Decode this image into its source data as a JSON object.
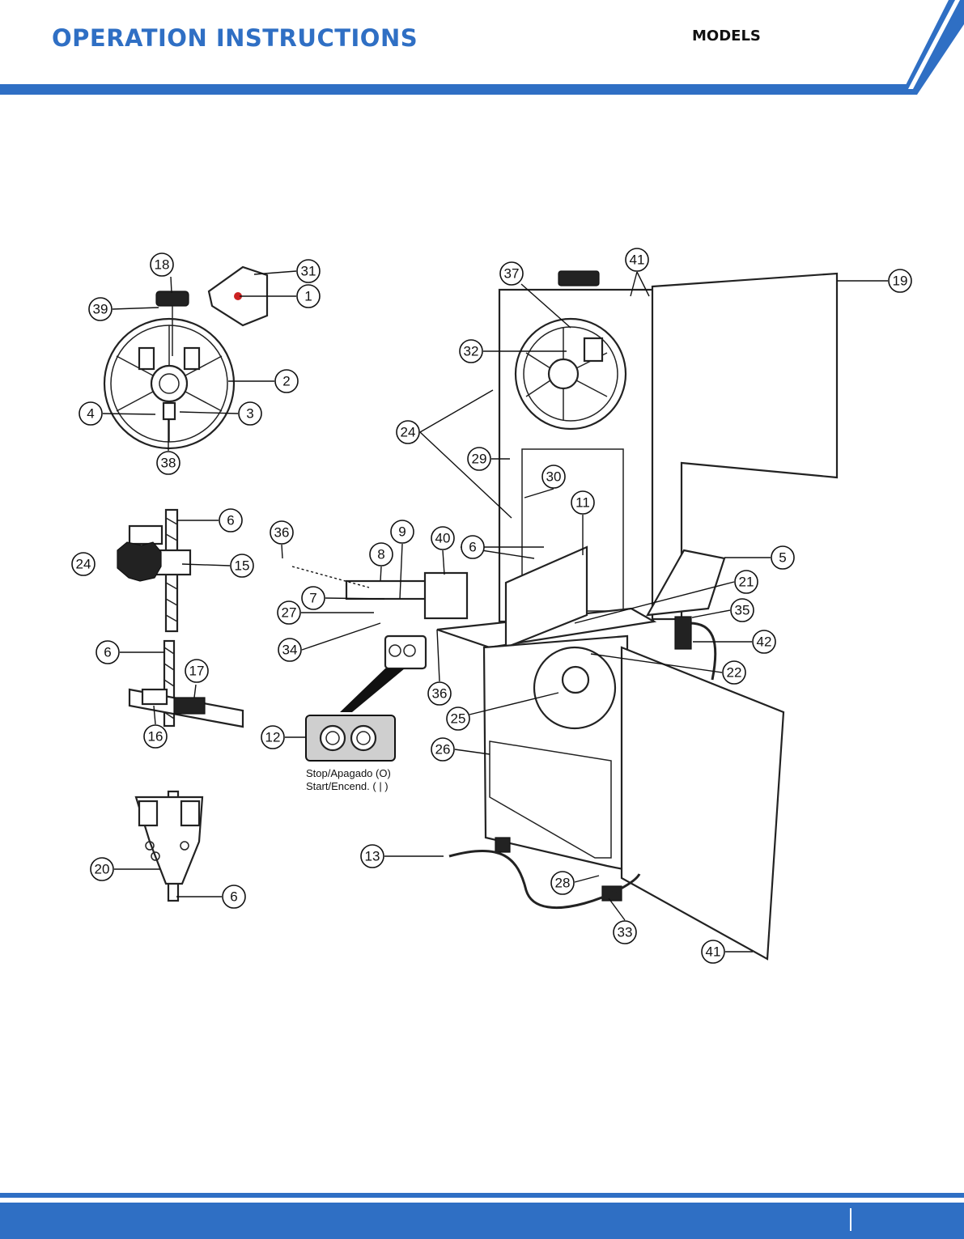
{
  "header": {
    "title": "OPERATION INSTRUCTIONS",
    "models_label": "MODELS"
  },
  "colors": {
    "brand_blue": "#2f6fc4",
    "bar_dark": "#1f5fb5",
    "ink": "#111111"
  },
  "switch_panel": {
    "stop_label": "Stop/Apagado (O)",
    "start_label": "Start/Encend.  ( | )"
  },
  "callouts": [
    {
      "id": "c18",
      "label": "18"
    },
    {
      "id": "c31",
      "label": "31"
    },
    {
      "id": "c1",
      "label": "1"
    },
    {
      "id": "c39",
      "label": "39"
    },
    {
      "id": "c2",
      "label": "2"
    },
    {
      "id": "c4",
      "label": "4"
    },
    {
      "id": "c3",
      "label": "3"
    },
    {
      "id": "c38",
      "label": "38"
    },
    {
      "id": "c6a",
      "label": "6"
    },
    {
      "id": "c24a",
      "label": "24"
    },
    {
      "id": "c15",
      "label": "15"
    },
    {
      "id": "c6b",
      "label": "6"
    },
    {
      "id": "c17",
      "label": "17"
    },
    {
      "id": "c16",
      "label": "16"
    },
    {
      "id": "c20",
      "label": "20"
    },
    {
      "id": "c6c",
      "label": "6"
    },
    {
      "id": "c36a",
      "label": "36"
    },
    {
      "id": "c9",
      "label": "9"
    },
    {
      "id": "c40",
      "label": "40"
    },
    {
      "id": "c8",
      "label": "8"
    },
    {
      "id": "c6d",
      "label": "6"
    },
    {
      "id": "c11",
      "label": "11"
    },
    {
      "id": "c7",
      "label": "7"
    },
    {
      "id": "c27",
      "label": "27"
    },
    {
      "id": "c34",
      "label": "34"
    },
    {
      "id": "c36b",
      "label": "36"
    },
    {
      "id": "c12",
      "label": "12"
    },
    {
      "id": "c37",
      "label": "37"
    },
    {
      "id": "c41a",
      "label": "41"
    },
    {
      "id": "c19",
      "label": "19"
    },
    {
      "id": "c32",
      "label": "32"
    },
    {
      "id": "c24b",
      "label": "24"
    },
    {
      "id": "c29",
      "label": "29"
    },
    {
      "id": "c30",
      "label": "30"
    },
    {
      "id": "c5",
      "label": "5"
    },
    {
      "id": "c21",
      "label": "21"
    },
    {
      "id": "c35",
      "label": "35"
    },
    {
      "id": "c42",
      "label": "42"
    },
    {
      "id": "c22",
      "label": "22"
    },
    {
      "id": "c25",
      "label": "25"
    },
    {
      "id": "c26",
      "label": "26"
    },
    {
      "id": "c13",
      "label": "13"
    },
    {
      "id": "c28",
      "label": "28"
    },
    {
      "id": "c33",
      "label": "33"
    },
    {
      "id": "c41b",
      "label": "41"
    }
  ]
}
